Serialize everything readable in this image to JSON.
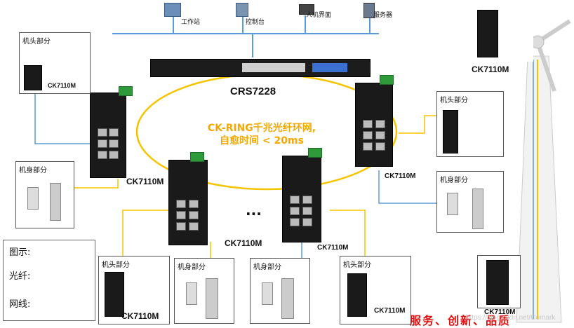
{
  "top_stations": [
    {
      "label": "工作站",
      "icon": "workstation-icon"
    },
    {
      "label": "控制台",
      "icon": "console-icon"
    },
    {
      "label": "人机界面",
      "icon": "laptop-icon"
    },
    {
      "label": "服务器",
      "icon": "server-icon"
    }
  ],
  "core_switch": {
    "model": "CRS7228"
  },
  "ring": {
    "line1": "CK-RING千兆光纤环网,",
    "line2": "自愈时间 < 20ms"
  },
  "switch_model": "CK7110M",
  "ellipsis": "...",
  "parts": {
    "head": "机头部分",
    "body": "机身部分"
  },
  "legend": {
    "title": "图示:",
    "fiber": "光纤:",
    "cable": "网线:"
  },
  "slogan": "服务、创新、品质",
  "watermark": "https://blog.csdn.net/Comark",
  "colors": {
    "fiber": "#f5c400",
    "cable": "#5b9bd5",
    "slogan": "#dd1111"
  }
}
